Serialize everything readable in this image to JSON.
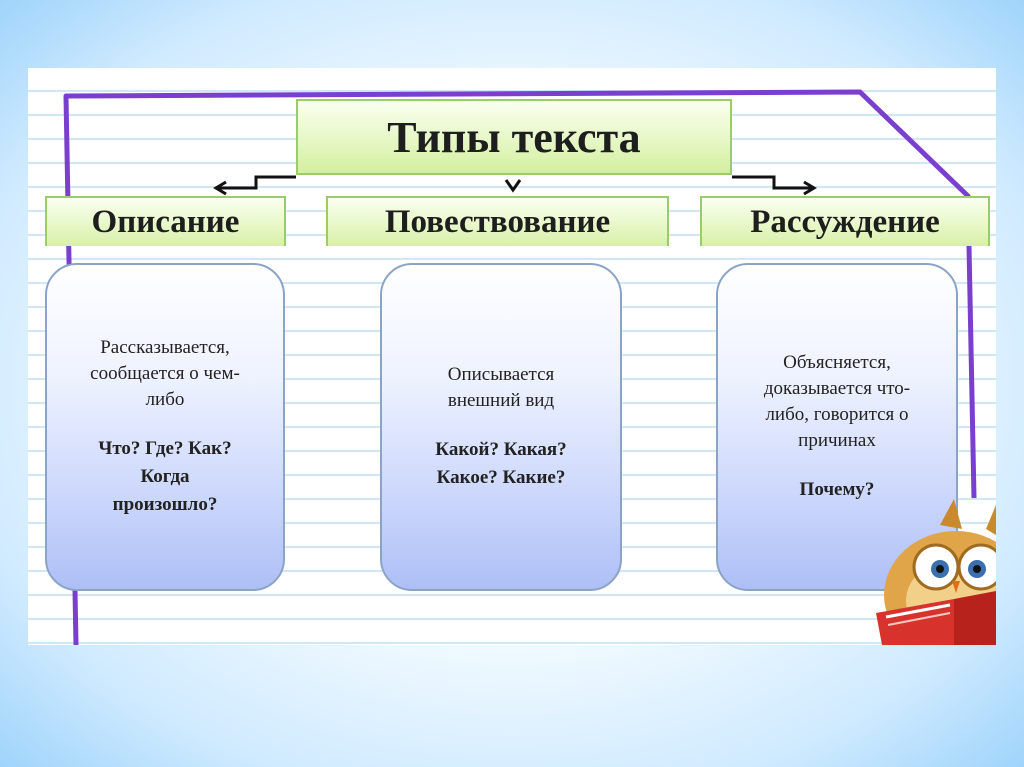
{
  "title": "Типы текста",
  "types": [
    {
      "name": "Описание",
      "description": "Рассказывается,\nсообщается о чем-\nлибо",
      "questions": "Что? Где? Как?\nКогда\nпроизошло?"
    },
    {
      "name": "Повествование",
      "description": "Описывается\nвнешний вид",
      "questions": "Какой? Какая?\nКакое? Какие?"
    },
    {
      "name": "Рассуждение",
      "description": "Объясняется,\nдоказывается что-\nлибо, говорится о\nпричинах",
      "questions": "Почему?"
    }
  ],
  "colors": {
    "frame": "#7b3fd0",
    "header_bg": "#e6f7c6",
    "header_border": "#9acd6a",
    "card_bg": "#c8d4fb",
    "card_border": "#8aa3c7",
    "background_outer": "#9fd4fb"
  },
  "icons": [
    "owl-reading-book-icon"
  ]
}
